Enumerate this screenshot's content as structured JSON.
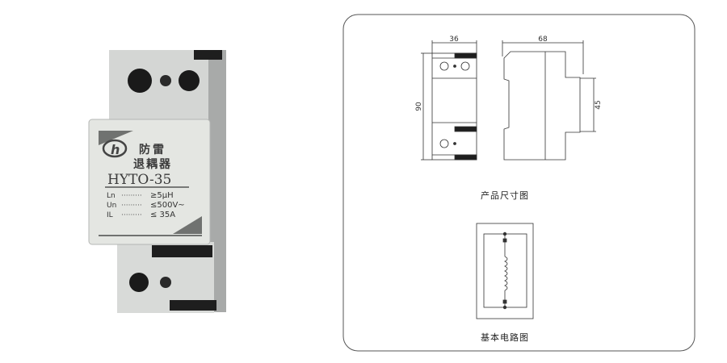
{
  "product": {
    "brand_mark": "h",
    "name_line1": "防雷",
    "name_line2": "退耦器",
    "model": "HYTO-35",
    "specs": [
      {
        "label": "Ln",
        "value": "≥5μH"
      },
      {
        "label": "Un",
        "value": "≤500V~"
      },
      {
        "label": "IL",
        "value": "≤ 35A"
      }
    ]
  },
  "dimension_drawing": {
    "width": "36",
    "height": "90",
    "depth": "68",
    "rail": "45",
    "caption": "产品尺寸图"
  },
  "circuit_drawing": {
    "caption": "基本电路图"
  },
  "colors": {
    "body": "#dcdedc",
    "label_panel": "#e6e8e4",
    "dark_tab": "#222222",
    "frame": "#555555"
  }
}
